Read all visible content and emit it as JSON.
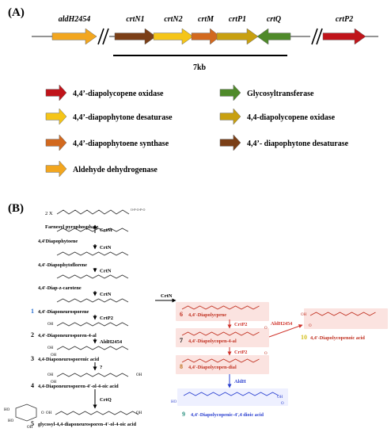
{
  "panel_a": {
    "label": "(A)",
    "genes": [
      {
        "name": "aldH2454",
        "italic": true,
        "color": "#f2a61f"
      },
      {
        "name": "crtN1",
        "italic": true,
        "color": "#7b3f17"
      },
      {
        "name": "crtN2",
        "italic": true,
        "color": "#f5c518"
      },
      {
        "name": "crtM",
        "italic": true,
        "color": "#d2691e"
      },
      {
        "name": "crtP1",
        "italic": true,
        "color": "#c8a010"
      },
      {
        "name": "crtQ",
        "italic": true,
        "color": "#4f8a2a"
      },
      {
        "name": "crtP2",
        "italic": true,
        "color": "#c0141a"
      }
    ],
    "scale_label": "7kb",
    "legend": [
      {
        "label": "4,4’-diapolycopene oxidase",
        "color": "#c0141a"
      },
      {
        "label": "Glycosyltransferase",
        "color": "#4f8a2a"
      },
      {
        "label": "4,4’-diapophytone desaturase",
        "color": "#f5c518"
      },
      {
        "label": "4,4-diapolycopene oxidase",
        "color": "#c8a010"
      },
      {
        "label": "4,4’-diapophytoene synthase",
        "color": "#d2691e"
      },
      {
        "label": "4,4’- diapophytone desaturase",
        "color": "#7b3f17"
      },
      {
        "label": "Aldehyde dehydrogenase",
        "color": "#f2a61f"
      }
    ]
  },
  "panel_b": {
    "label": "(B)",
    "substrate": {
      "multiplier": "2 X",
      "name": "Farnesyl pyrophosphate"
    },
    "main_path": [
      {
        "name": "4,4'Diapophytoene",
        "enzyme_in": "CrtM"
      },
      {
        "name": "4,4'-Diapophytoflorene",
        "enzyme_in": "CrtN"
      },
      {
        "name": "4,4'-Diap-z-carotene",
        "enzyme_in": "CrtN"
      },
      {
        "num": "1",
        "name": "4,4'-Diaponeurosporene",
        "enzyme_in": "CrtN"
      },
      {
        "num": "2",
        "name": "4,4'-Diaponeurosporen-4-al",
        "enzyme_in": "CrtP2"
      },
      {
        "num": "3",
        "name": "4,4-Diaponeurosporenic acid",
        "enzyme_in": "AldH2454"
      },
      {
        "num": "4",
        "name": "4,4-Diaponeurosporen-4'-ol-4-oic acid",
        "enzyme_in": "?"
      },
      {
        "num": "5",
        "name": "glycosyl-4,4-diaponeurosporen-4'-ol-4-oic acid",
        "enzyme_in": "CrtQ"
      }
    ],
    "side_path": {
      "branch_enzyme": "CrtN",
      "steps": [
        {
          "num": "6",
          "name": "4,4'-Diapolycprne"
        },
        {
          "num": "7",
          "name": "4,4'-Diapolycopen-4-al",
          "enzyme_in": "CrtP2"
        },
        {
          "num": "8",
          "name": "4,4'-Diapolycopen-dial",
          "enzyme_in": "CrtP2"
        },
        {
          "num": "9",
          "name": "4,4'-Diapolycopenic-4',4 dioic acid",
          "enzyme_in": "AldH"
        },
        {
          "num": "10",
          "name": "4,4'-Diapolycopenoic acid",
          "enzyme_in": "AldH2454"
        }
      ]
    },
    "atom_labels": {
      "oh": "OH",
      "o": "O",
      "ho": "HO"
    }
  }
}
